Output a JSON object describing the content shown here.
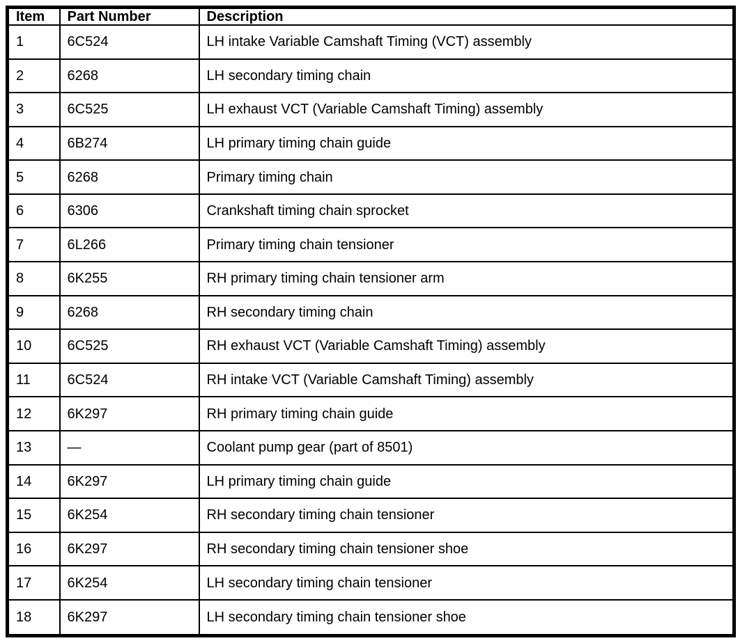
{
  "table": {
    "columns": [
      "Item",
      "Part Number",
      "Description"
    ],
    "rows": [
      {
        "item": "1",
        "part_number": "6C524",
        "description": "LH intake Variable Camshaft Timing (VCT) assembly"
      },
      {
        "item": "2",
        "part_number": "6268",
        "description": "LH secondary timing chain"
      },
      {
        "item": "3",
        "part_number": "6C525",
        "description": "LH exhaust VCT (Variable Camshaft Timing) assembly"
      },
      {
        "item": "4",
        "part_number": "6B274",
        "description": "LH primary timing chain guide"
      },
      {
        "item": "5",
        "part_number": "6268",
        "description": "Primary timing chain"
      },
      {
        "item": "6",
        "part_number": "6306",
        "description": "Crankshaft timing chain sprocket"
      },
      {
        "item": "7",
        "part_number": "6L266",
        "description": "Primary timing chain tensioner"
      },
      {
        "item": "8",
        "part_number": "6K255",
        "description": "RH primary timing chain tensioner arm"
      },
      {
        "item": "9",
        "part_number": "6268",
        "description": "RH secondary timing chain"
      },
      {
        "item": "10",
        "part_number": "6C525",
        "description": "RH exhaust VCT (Variable Camshaft Timing) assembly"
      },
      {
        "item": "11",
        "part_number": "6C524",
        "description": "RH intake VCT (Variable Camshaft Timing) assembly"
      },
      {
        "item": "12",
        "part_number": "6K297",
        "description": "RH primary timing chain guide"
      },
      {
        "item": "13",
        "part_number": "—",
        "description": "Coolant pump gear (part of 8501)"
      },
      {
        "item": "14",
        "part_number": "6K297",
        "description": "LH primary timing chain guide"
      },
      {
        "item": "15",
        "part_number": "6K254",
        "description": "RH secondary timing chain tensioner"
      },
      {
        "item": "16",
        "part_number": "6K297",
        "description": "RH secondary timing chain tensioner shoe"
      },
      {
        "item": "17",
        "part_number": "6K254",
        "description": "LH secondary timing chain tensioner"
      },
      {
        "item": "18",
        "part_number": "6K297",
        "description": "LH secondary timing chain tensioner shoe"
      }
    ]
  },
  "colors": {
    "border": "#000000",
    "background": "#ffffff",
    "text": "#000000"
  }
}
